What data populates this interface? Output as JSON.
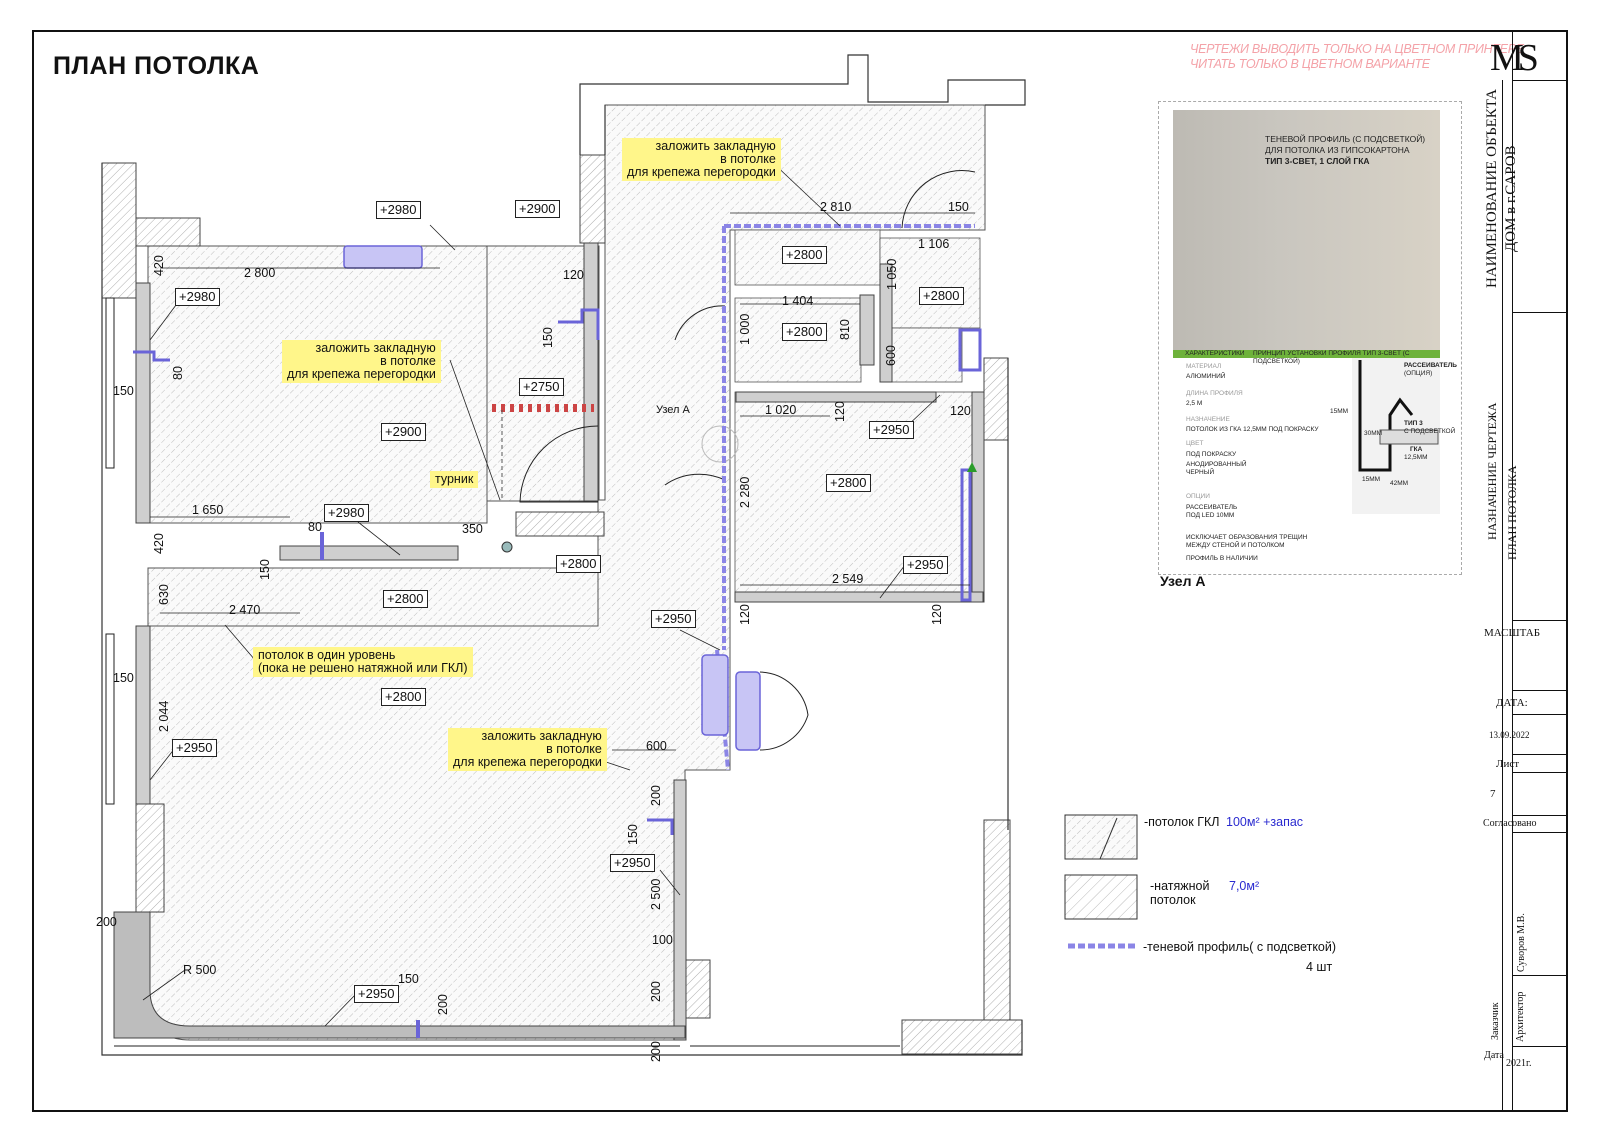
{
  "title": "ПЛАН ПОТОЛКА",
  "warning": {
    "line1": "ЧЕРТЕЖИ ВЫВОДИТЬ ТОЛЬКО НА ЦВЕТНОМ ПРИНТЕРЕ",
    "line2": "ЧИТАТЬ ТОЛЬКО В ЦВЕТНОМ ВАРИАНТЕ"
  },
  "notes": {
    "embed1": [
      "заложить закладную",
      "в потолке",
      "для крепежа перегородки"
    ],
    "embed2": [
      "заложить закладную",
      "в потолке",
      "для крепежа перегородки"
    ],
    "embed3": [
      "заложить закладную",
      "в потолке",
      "для крепежа перегородки"
    ],
    "turnik": "турник",
    "ceiling": [
      "потолок в один уровень",
      "(пока не решено натяжной или ГКЛ)"
    ]
  },
  "levels": {
    "l1": "+2980",
    "l2": "+2900",
    "l3": "+2980",
    "l4": "+2900",
    "l5": "+2750",
    "l6": "+2980",
    "l7": "+2800",
    "l8": "+2800",
    "l9": "+2800",
    "l10": "+2800",
    "l11": "+2800",
    "l12": "+2800",
    "l13": "+2950",
    "l14": "+2800",
    "l15": "+2950",
    "l16": "+2950",
    "l17": "+2950",
    "l18": "+2950",
    "l19": "+2950"
  },
  "dims": {
    "d2800": "2 800",
    "d420a": "420",
    "d150a": "150",
    "d80a": "80",
    "d1650": "1 650",
    "d80b": "80",
    "d350": "350",
    "d420b": "420",
    "d150b": "150",
    "d630": "630",
    "d2470": "2 470",
    "d150c": "150",
    "d2044": "2 044",
    "d120a": "120",
    "d150d": "150",
    "d2810": "2 810",
    "d150e": "150",
    "d1106": "1 106",
    "d1050": "1 050",
    "d1404": "1 404",
    "d1000": "1 000",
    "d810": "810",
    "d600a": "600",
    "d1020": "1 020",
    "d120b": "120",
    "d120c": "120",
    "d2280": "2 280",
    "d2549": "2 549",
    "d120d": "120",
    "d120e": "120",
    "d600b": "600",
    "d200a": "200",
    "d150f": "150",
    "d2500": "2 500",
    "d100": "100",
    "d200b": "200",
    "d200c": "200",
    "d150g": "150",
    "d200d": "200",
    "d200e": "200",
    "r500": "R 500"
  },
  "uzel": "Узел А",
  "uzel_caption": "Узел А",
  "legend": {
    "gkl": "-потолок ГКЛ",
    "gkl_area": "100м² +запас",
    "stretch1": "-натяжной",
    "stretch2": "потолок",
    "stretch_area": "7,0м²",
    "profile": "-теневой профиль( с подсветкой)",
    "profile_count": "4 шт"
  },
  "photo": {
    "line1": "ТЕНЕВОЙ ПРОФИЛЬ (С ПОДСВЕТКОЙ)",
    "line2": "ДЛЯ ПОТОЛКА ИЗ ГИПСОКАРТОНА",
    "line3": "ТИП 3-СВЕТ, 1 СЛОЙ ГКА",
    "spec_head1": "ХАРАКТЕРИСТИКИ",
    "spec_head2": "ПРИНЦИП УСТАНОВКИ ПРОФИЛЯ ТИП 3-СВЕТ (С ПОДСВЕТКОЙ)",
    "material_label": "МАТЕРИАЛ",
    "material": "АЛЮМИНИЙ",
    "length_label": "ДЛИНА ПРОФИЛЯ",
    "length": "2,5 М",
    "purpose_label": "НАЗНАЧЕНИЕ",
    "purpose": "ПОТОЛОК ИЗ ГКА 12,5ММ ПОД ПОКРАСКУ",
    "color_label": "ЦВЕТ",
    "color1": "ПОД ПОКРАСКУ",
    "color2": "АНОДИРОВАННЫЙ",
    "color3": "ЧЕРНЫЙ",
    "options_label": "ОПЦИИ",
    "option1": "РАССЕИВАТЕЛЬ",
    "option2": "ПОД LED 10ММ",
    "feature1": "ИСКЛЮЧАЕТ ОБРАЗОВАНИЯ ТРЕЩИН",
    "feature2": "МЕЖДУ СТЕНОЙ И ПОТОЛКОМ",
    "feature3": "ПРОФИЛЬ В НАЛИЧИИ",
    "d_label1": "РАССЕИВАТЕЛЬ",
    "d_label2": "(ОПЦИЯ)",
    "d_label3": "ТИП 3",
    "d_label4": "С ПОДСВЕТКОЙ",
    "d_label5": "ГКА",
    "d_label6": "12,5ММ",
    "d_m1": "15ММ",
    "d_m2": "30ММ",
    "d_m3": "15ММ",
    "d_m4": "42ММ"
  },
  "titleblock": {
    "logo": "MS",
    "object_label": "НАИМЕНОВАНИЕ ОБЪЕКТА",
    "object_value": "ДОМ в г.САРОВ",
    "drawing_label": "НАЗНАЧЕНИЕ ЧЕРТЕЖА",
    "drawing_value": "ПЛАН ПОТОЛКА",
    "scale": "МАСШТАБ",
    "date_label": "ДАТА:",
    "date": "13.09.2022",
    "sheet_label": "Лист",
    "sheet": "7",
    "approved": "Согласовано",
    "customer": "Заказчик",
    "architect": "Архитектор",
    "architect_name": "Суворов М.В.",
    "date2": "Дата",
    "year": "2021г."
  },
  "colors": {
    "yellow": "#fff68a",
    "profile": "#8b85e6",
    "warning": "#f4a2a8",
    "wall": "#c9c9c9"
  }
}
